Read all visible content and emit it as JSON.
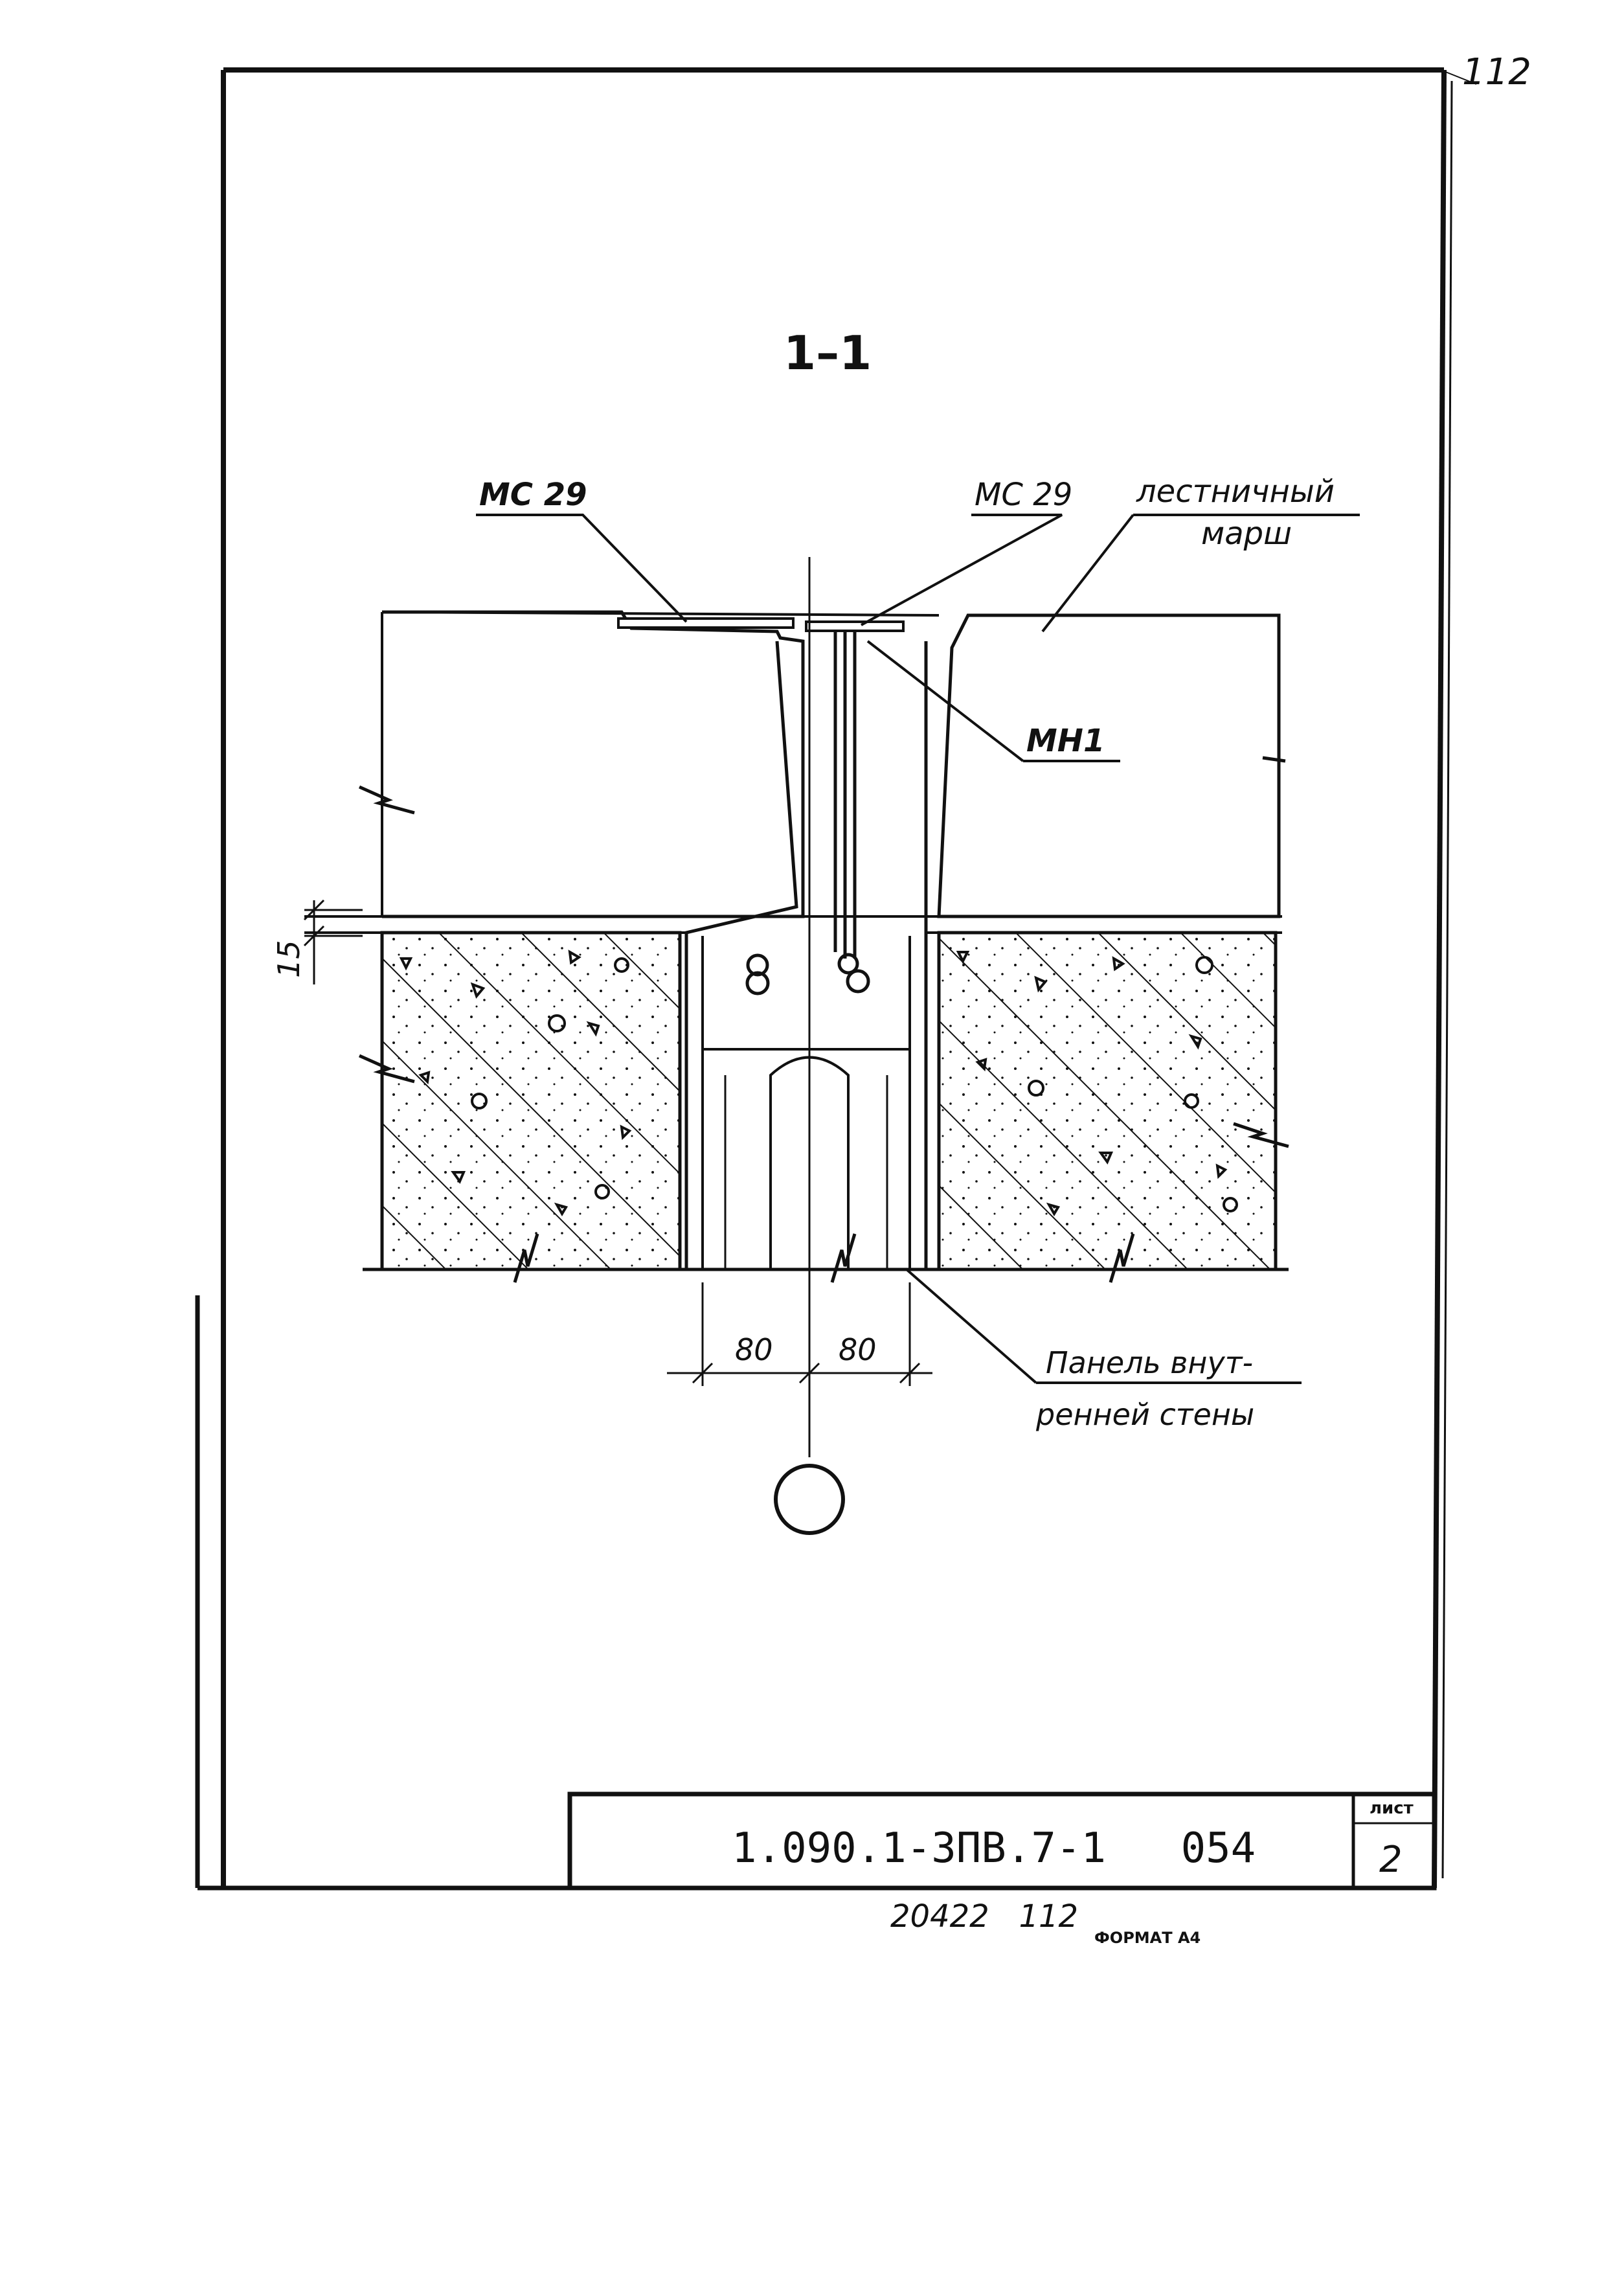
{
  "page_number": "112",
  "section_label": "1–1",
  "labels": {
    "mc29_left": "МС 29",
    "mc29_right": "МС 29",
    "stair_flight_line1": "лестничный",
    "stair_flight_line2": "марш",
    "mn1": "МН1",
    "dim_15": "15",
    "dim_80_left": "80",
    "dim_80_right": "80",
    "panel_line1": "Панель внут-",
    "panel_line2": "ренней стены"
  },
  "title_block": {
    "code": "1.090.1-3ПВ.7-1   054",
    "sheet_label": "лист",
    "sheet_number": "2"
  },
  "footer": {
    "archive_number": "20422   112",
    "format": "ФОРМАТ А4"
  }
}
